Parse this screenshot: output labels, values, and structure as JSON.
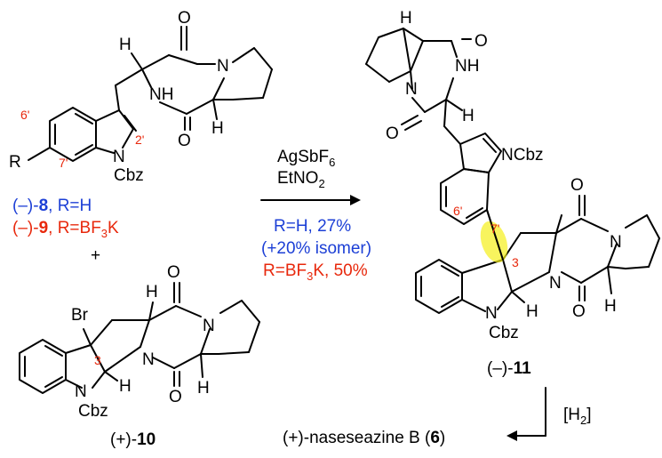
{
  "compounds": {
    "c8": {
      "prefix": "(–)-",
      "num": "8",
      "sub": ", R=H"
    },
    "c9": {
      "prefix": "(–)-",
      "num": "9",
      "sub": ", R=BF",
      "sub_idx": "3",
      "sub_end": "K"
    },
    "c10": {
      "prefix": "(+)-",
      "num": "10"
    },
    "c11": {
      "prefix": "(–)-",
      "num": "11"
    },
    "product": {
      "name": "(+)-naseseazine B (",
      "num": "6",
      "close": ")"
    }
  },
  "plus": "+",
  "atoms": {
    "H": "H",
    "N": "N",
    "NH": "NH",
    "O": "O",
    "R": "R",
    "NCbz": "N",
    "Cbz": "Cbz",
    "Br": "Br",
    "NCbzRight": "NCbz"
  },
  "positions": {
    "p6": "6'",
    "p7": "7'",
    "p2": "2'",
    "p3": "3"
  },
  "reaction": {
    "reagent1": "AgSbF",
    "reagent1_idx": "6",
    "reagent2": "EtNO",
    "reagent2_idx": "2",
    "cond1": "R=H, 27%",
    "cond2": "(+20% isomer)",
    "cond3a": "R=BF",
    "cond3_idx": "3",
    "cond3b": "K, 50%"
  },
  "step2": {
    "reagent": "[H",
    "reagent_idx": "2",
    "close": "]"
  },
  "colors": {
    "blue": "#1c3fd6",
    "red": "#e8280c",
    "highlight": "#f5ef1a"
  }
}
